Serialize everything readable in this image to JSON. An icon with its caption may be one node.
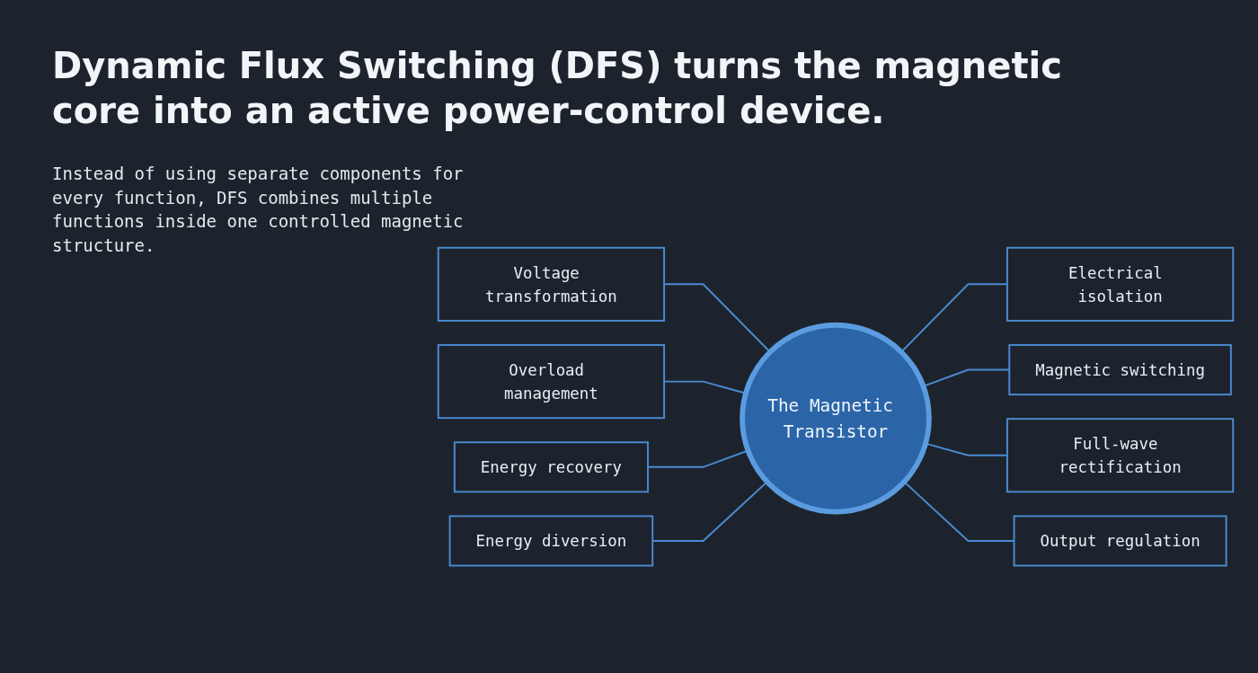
{
  "diagram": {
    "title": "Dynamic Flux Switching (DFS) turns the magnetic core into an active power-control device.",
    "nodes": [
      {
        "text": [
          "The Magnetic Transistor"
        ]
      },
      {
        "text": [
          "Voltage transformation"
        ]
      },
      {
        "text": [
          "Overload management"
        ]
      },
      {
        "text": [
          "Electrical isolation"
        ]
      },
      {
        "text": [
          "Energy recovery"
        ]
      },
      {
        "text": [
          "Magnetic switching"
        ]
      },
      {
        "text": [
          "Energy diversion"
        ]
      },
      {
        "text": [
          "Full-wave rectification"
        ]
      },
      {
        "text": [
          "Output regulation"
        ]
      }
    ],
    "edges": [
      {
        "from": 1,
        "to": 0,
        "arrow": "none"
      },
      {
        "from": 2,
        "to": 0,
        "arrow": "none"
      },
      {
        "from": 0,
        "to": 3,
        "arrow": "none"
      },
      {
        "from": 4,
        "to": 0,
        "arrow": "none"
      },
      {
        "from": 0,
        "to": 5,
        "arrow": "none"
      },
      {
        "from": 6,
        "to": 0,
        "arrow": "none"
      },
      {
        "from": 0,
        "to": 7,
        "arrow": "none"
      },
      {
        "from": 0,
        "to": 8,
        "arrow": "none"
      }
    ],
    "labels": [
      "Instead of using separate components for every function, DFS combines multiple functions inside one controlled magnetic structure."
    ]
  }
}
